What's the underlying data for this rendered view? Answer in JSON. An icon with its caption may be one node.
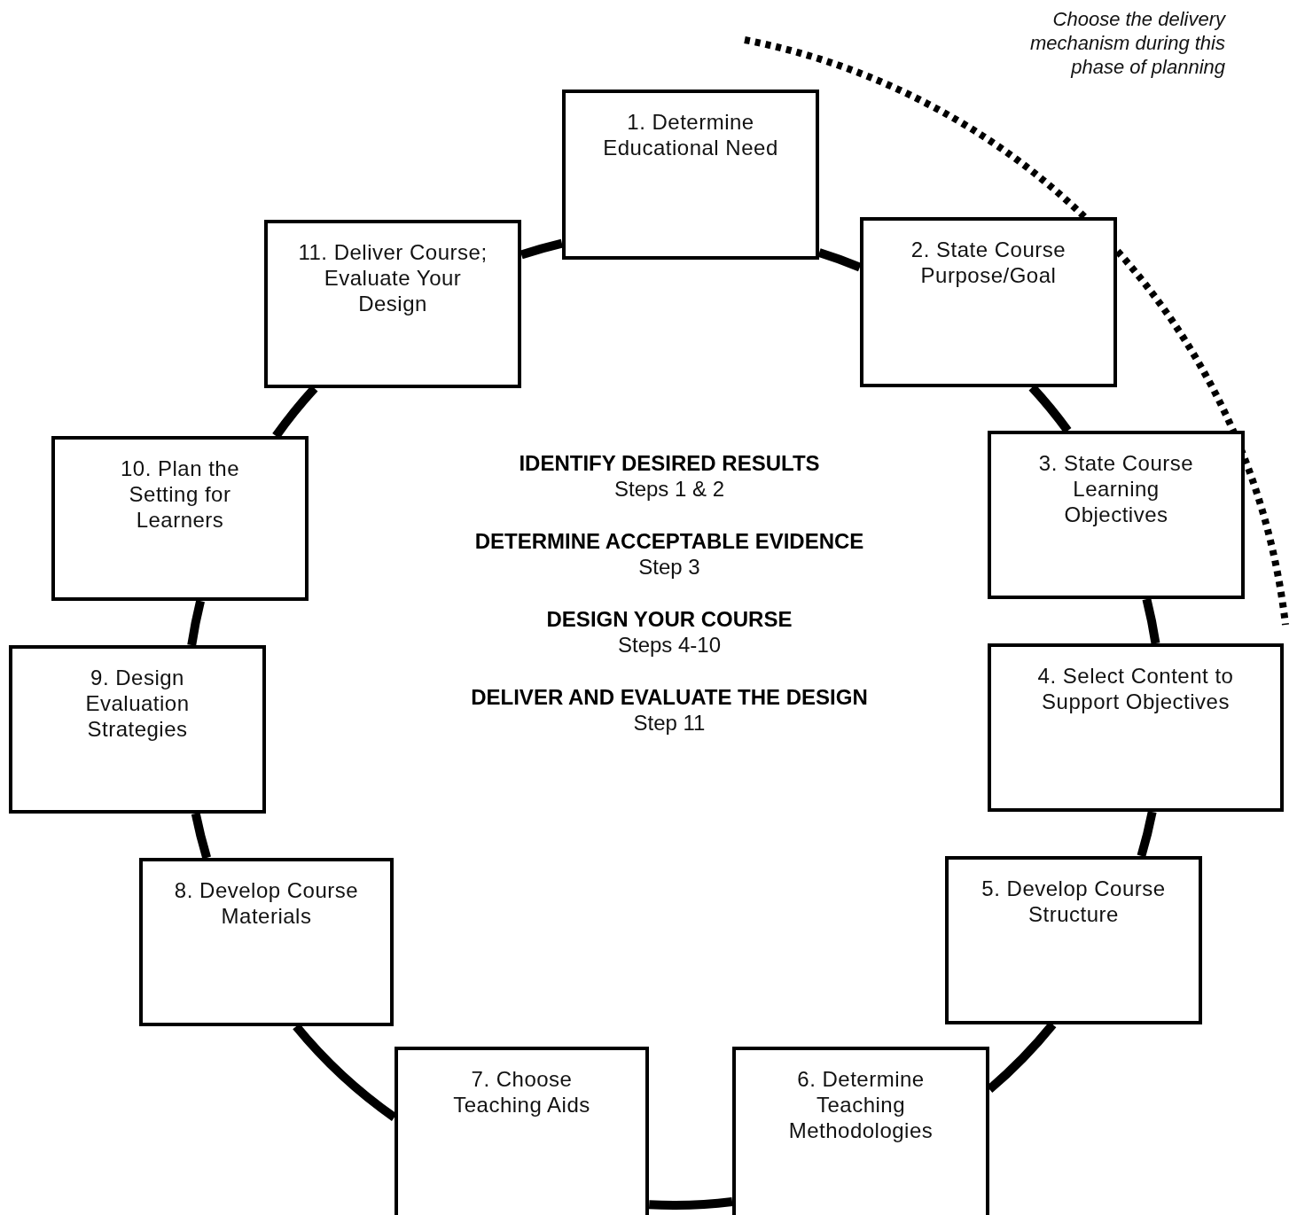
{
  "diagram": {
    "nodes": [
      {
        "text": [
          "1. Determine Educational Need"
        ]
      },
      {
        "text": [
          "2. State Course Purpose/Goal"
        ]
      },
      {
        "text": [
          "3. State Course Learning Objectives"
        ]
      },
      {
        "text": [
          "4. Select Content to Support Objectives"
        ]
      },
      {
        "text": [
          "5. Develop Course Structure"
        ]
      },
      {
        "text": [
          "6. Determine Teaching Methodologies"
        ]
      },
      {
        "text": [
          "7. Choose Teaching Aids"
        ]
      },
      {
        "text": [
          "8. Develop Course Materials"
        ]
      },
      {
        "text": [
          "9. Design Evaluation Strategies"
        ]
      },
      {
        "text": [
          "10. Plan the Setting for Learners"
        ]
      },
      {
        "text": [
          "11. Deliver Course; Evaluate Your Design"
        ]
      }
    ],
    "edges": [
      {
        "from": 0,
        "to": 1,
        "arrow": "none"
      },
      {
        "from": 1,
        "to": 2,
        "arrow": "none"
      },
      {
        "from": 2,
        "to": 3,
        "arrow": "none"
      },
      {
        "from": 3,
        "to": 4,
        "arrow": "none"
      },
      {
        "from": 4,
        "to": 5,
        "arrow": "none"
      },
      {
        "from": 5,
        "to": 6,
        "arrow": "none"
      },
      {
        "from": 6,
        "to": 7,
        "arrow": "none"
      },
      {
        "from": 7,
        "to": 8,
        "arrow": "none"
      },
      {
        "from": 8,
        "to": 9,
        "arrow": "none"
      },
      {
        "from": 9,
        "to": 10,
        "arrow": "none"
      },
      {
        "from": 10,
        "to": 0,
        "arrow": "none"
      }
    ],
    "labels": [
      "Choose the delivery mechanism during this phase of planning",
      "IDENTIFY DESIRED RESULTS",
      "Steps 1 & 2",
      "DETERMINE ACCEPTABLE EVIDENCE",
      "Step 3",
      "DESIGN YOUR COURSE",
      "Steps 4-10",
      "DELIVER AND EVALUATE THE DESIGN",
      "Step 11"
    ]
  }
}
